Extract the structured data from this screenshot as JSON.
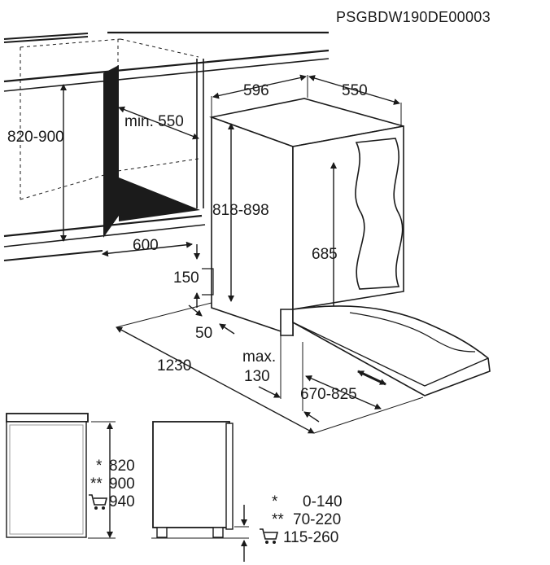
{
  "drawing_code": "PSGBDW190DE00003",
  "dimensions": {
    "tall_width": "596",
    "tall_depth": "550",
    "niche_min_depth": "min. 550",
    "niche_height": "820-900",
    "appliance_height": "818-898",
    "niche_width": "600",
    "door_height": "685",
    "plinth_height": "150",
    "plinth_depth": "50",
    "door_open_depth": "1230",
    "max_label": "max.",
    "max_value": "130",
    "door_travel": "670-825"
  },
  "legend": {
    "side_heights": [
      {
        "marker": "*",
        "value": "820"
      },
      {
        "marker": "**",
        "value": "900"
      },
      {
        "marker": "cart-icon",
        "value": "940"
      }
    ],
    "foot_ranges": [
      {
        "marker": "*",
        "value": "0-140"
      },
      {
        "marker": "**",
        "value": "70-220"
      },
      {
        "marker": "cart-icon",
        "value": "115-260"
      }
    ]
  }
}
